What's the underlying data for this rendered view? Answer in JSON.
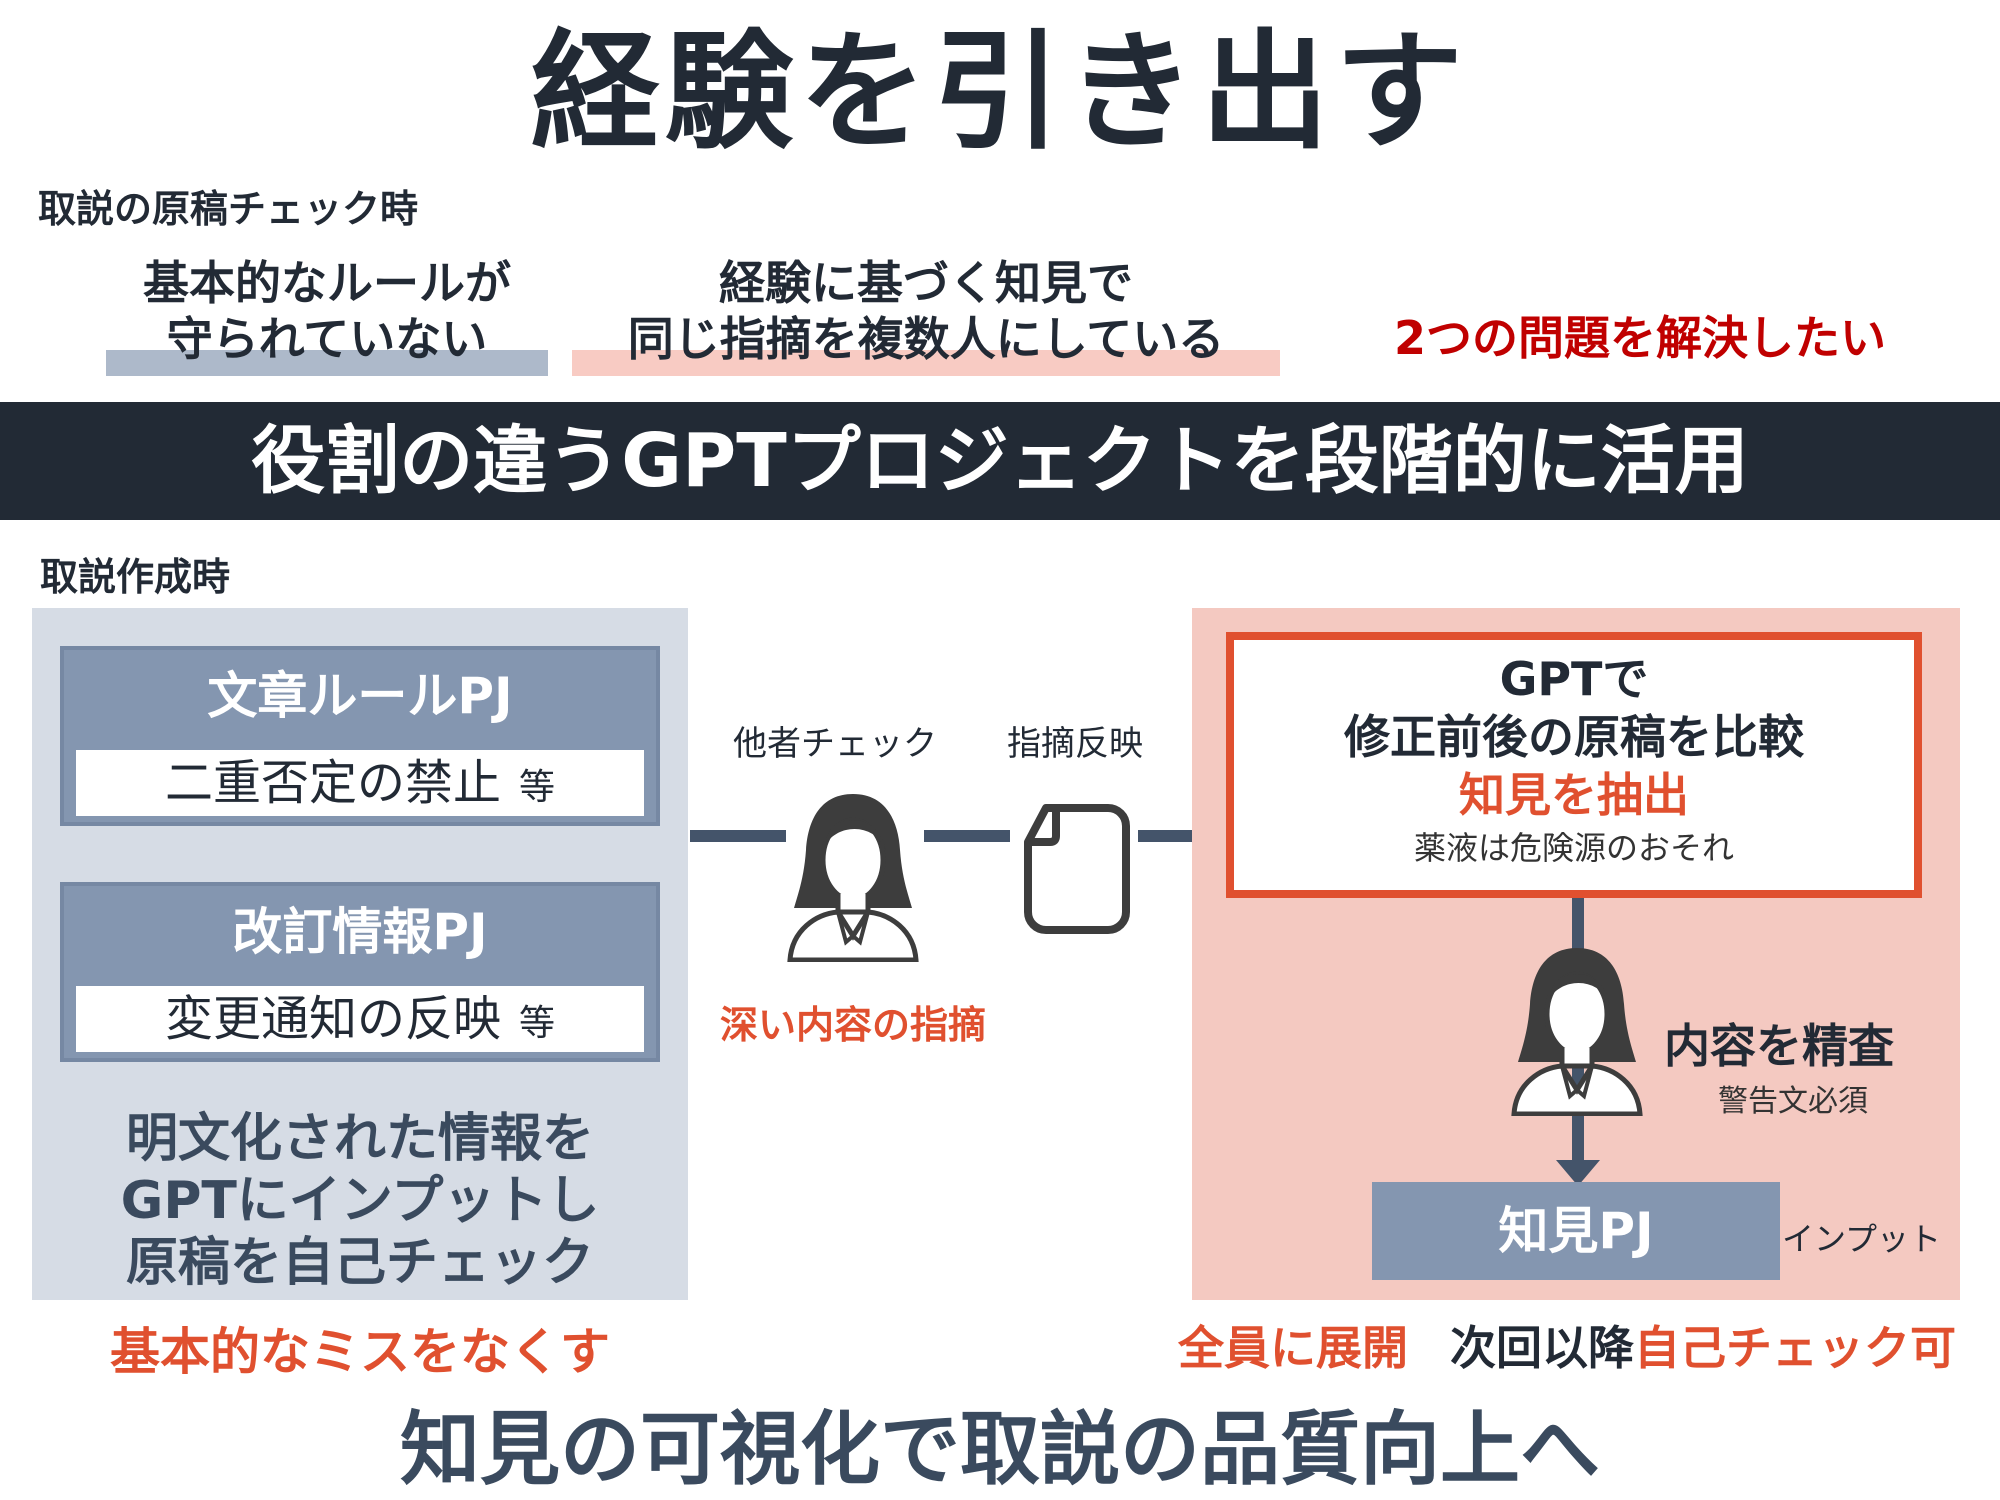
{
  "title": "経験を引き出す",
  "context_label": "取説の原稿チェック時",
  "problems": [
    {
      "line1": "基本的なルールが",
      "line2": "守られていない",
      "highlight_color": "#adb9ca"
    },
    {
      "line1": "経験に基づく知見で",
      "line2": "同じ指摘を複数人にしている",
      "highlight_color": "#f8cbc3"
    }
  ],
  "goal": "2つの問題を解決したい",
  "banner": "役割の違うGPTプロジェクトを段階的に活用",
  "creation_label": "取説作成時",
  "left_panel": {
    "pj1": {
      "title": "文章ルールPJ",
      "example": "二重否定の禁止",
      "etc": "等"
    },
    "pj2": {
      "title": "改訂情報PJ",
      "example": "変更通知の反映",
      "etc": "等"
    },
    "description": [
      "明文化された情報を",
      "GPTにインプットし",
      "原稿を自己チェック"
    ],
    "outcome": "基本的なミスをなくす"
  },
  "flow": {
    "peer_check": "他者チェック",
    "reflect": "指摘反映",
    "deep_point": "深い内容の指摘"
  },
  "right_panel": {
    "gpt_line1": "GPTで",
    "gpt_line2": "修正前後の原稿を比較",
    "gpt_line3": "知見を抽出",
    "gpt_example": "薬液は危険源のおそれ",
    "review": "内容を精査",
    "review_example": "警告文必須",
    "knowledge_pj": "知見PJ",
    "input": "インプット",
    "outcome_a": "全員に展開",
    "outcome_b": "次回以降",
    "outcome_c": "自己チェック可"
  },
  "bottom_message": "知見の可視化で取説の品質向上へ",
  "colors": {
    "dark": "#222a35",
    "slate": "#8496b0",
    "accent_orange": "#e0502f",
    "accent_red": "#c00000",
    "panel_blue": "#d6dce5",
    "panel_pink": "#f4c9c1"
  }
}
